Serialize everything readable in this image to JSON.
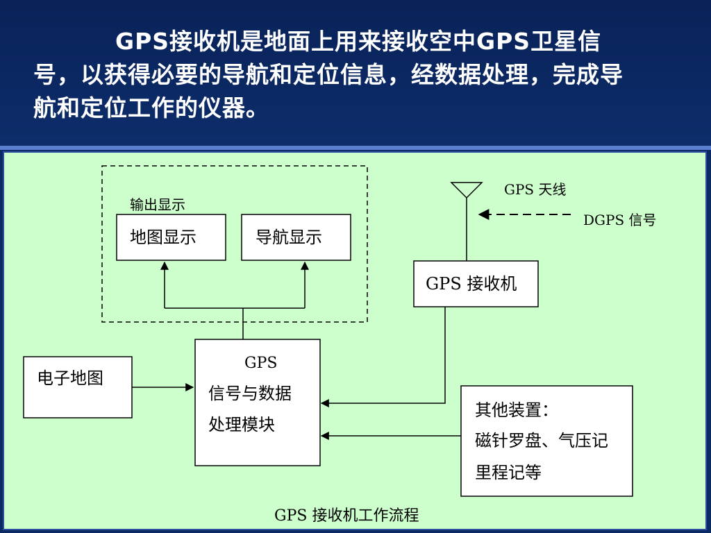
{
  "header": {
    "text": "GPS接收机是地面上用来接收空中GPS卫星信号，以获得必要的导航和定位信息，经数据处理，完成导航和定位工作的仪器。"
  },
  "diagram": {
    "output_group_label": "输出显示",
    "map_display": "地图显示",
    "nav_display": "导航显示",
    "antenna_label": "GPS 天线",
    "dgps_label": "DGPS 信号",
    "receiver_label": "GPS 接收机",
    "emap_label": "电子地图",
    "processor_lines": [
      "GPS",
      "信号与数据",
      "处理模块"
    ],
    "other_lines": [
      "其他装置：",
      "磁针罗盘、气压记",
      "里程记等"
    ],
    "caption": "GPS 接收机工作流程"
  },
  "colors": {
    "header_bg": "#0c2d6b",
    "panel_bg": "#ccffcc",
    "divider": "#5a7fd0"
  }
}
